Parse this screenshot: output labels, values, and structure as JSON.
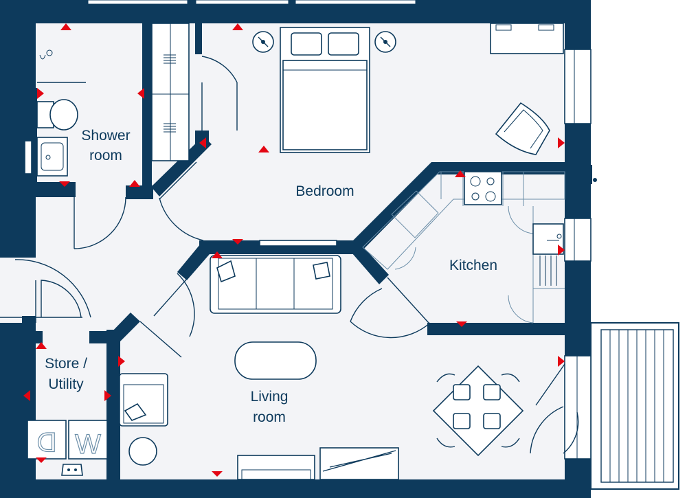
{
  "rooms": {
    "shower_room": {
      "line1": "Shower",
      "line2": "room"
    },
    "bedroom": {
      "label": "Bedroom"
    },
    "kitchen": {
      "label": "Kitchen"
    },
    "store_utility": {
      "line1": "Store /",
      "line2": "Utility"
    },
    "living_room": {
      "line1": "Living",
      "line2": "room"
    }
  },
  "appliances": {
    "dryer": "D",
    "washer": "W"
  },
  "colors": {
    "wall": "#0d3a5c",
    "floor": "#f3f4f7",
    "marker": "#e30613",
    "cabinet": "#6b8ea8"
  }
}
